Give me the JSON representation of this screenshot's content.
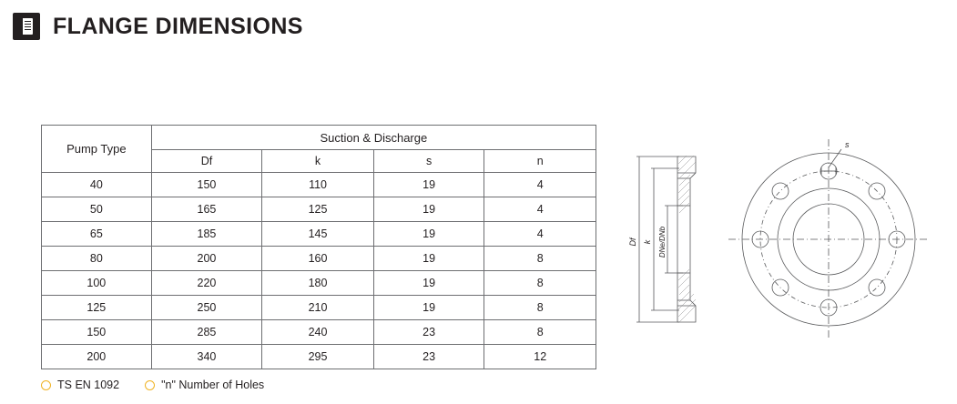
{
  "header": {
    "title": "FLANGE DIMENSIONS",
    "icon": "document-icon"
  },
  "table": {
    "pump_type_header": "Pump Type",
    "group_header": "Suction & Discharge",
    "sub_headers": [
      "Df",
      "k",
      "s",
      "n"
    ],
    "rows": [
      {
        "type": "40",
        "df": "150",
        "k": "110",
        "s": "19",
        "n": "4"
      },
      {
        "type": "50",
        "df": "165",
        "k": "125",
        "s": "19",
        "n": "4"
      },
      {
        "type": "65",
        "df": "185",
        "k": "145",
        "s": "19",
        "n": "4"
      },
      {
        "type": "80",
        "df": "200",
        "k": "160",
        "s": "19",
        "n": "8"
      },
      {
        "type": "100",
        "df": "220",
        "k": "180",
        "s": "19",
        "n": "8"
      },
      {
        "type": "125",
        "df": "250",
        "k": "210",
        "s": "19",
        "n": "8"
      },
      {
        "type": "150",
        "df": "285",
        "k": "240",
        "s": "23",
        "n": "8"
      },
      {
        "type": "200",
        "df": "340",
        "k": "295",
        "s": "23",
        "n": "12"
      }
    ]
  },
  "legend": {
    "items": [
      {
        "label": "TS EN 1092"
      },
      {
        "label": "\"n\" Number of Holes"
      }
    ],
    "marker_color": "#f0b323"
  },
  "drawing": {
    "labels": {
      "s": "s",
      "df": "Df",
      "k": "k",
      "dne_dnb": "DNe/DNb"
    }
  }
}
